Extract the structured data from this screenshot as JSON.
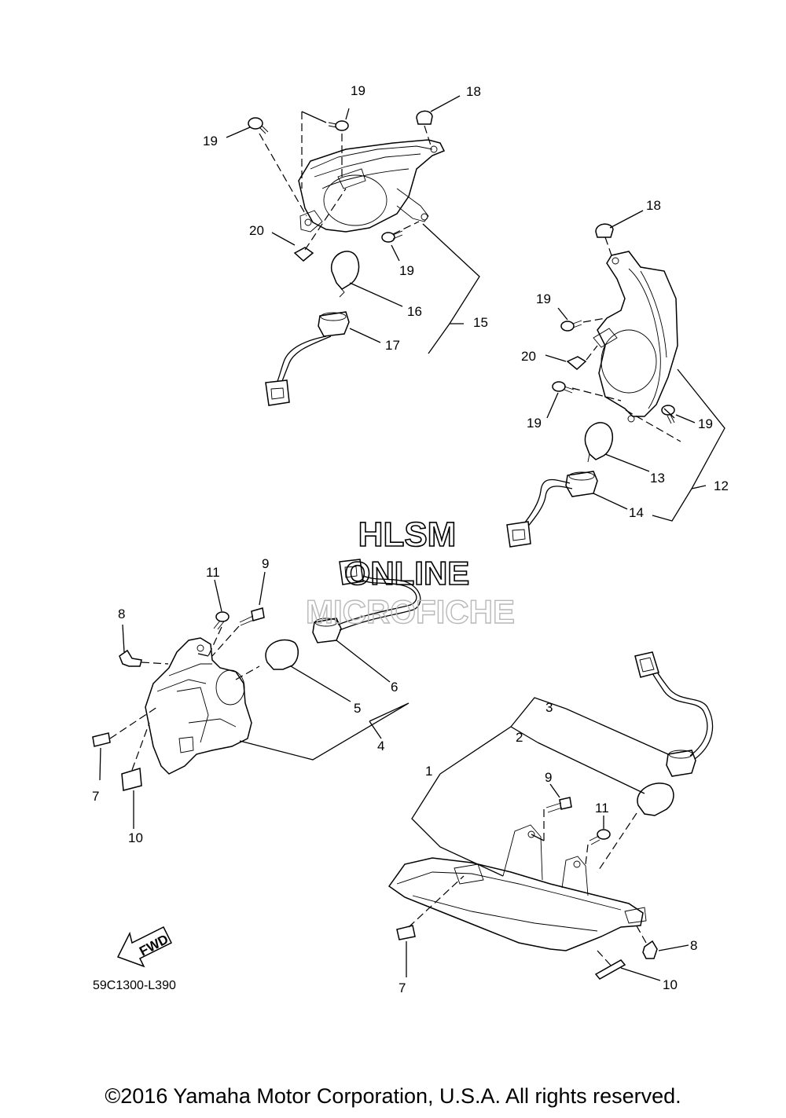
{
  "watermark": {
    "line1": "HLSM",
    "line2": "ONLINE",
    "line3": "MICROFICHE"
  },
  "diagram_code": "59C1300-L390",
  "fwd_label": "FWD",
  "copyright": "©2016 Yamaha Motor Corporation, U.S.A. All rights reserved.",
  "callouts": {
    "c1": "1",
    "c2": "2",
    "c3": "3",
    "c4": "4",
    "c5": "5",
    "c6": "6",
    "c7a": "7",
    "c7b": "7",
    "c8a": "8",
    "c8b": "8",
    "c9a": "9",
    "c9b": "9",
    "c10a": "10",
    "c10b": "10",
    "c11a": "11",
    "c11b": "11",
    "c12": "12",
    "c13": "13",
    "c14": "14",
    "c15": "15",
    "c16": "16",
    "c17": "17",
    "c18a": "18",
    "c18b": "18",
    "c19a": "19",
    "c19b": "19",
    "c19c": "19",
    "c19d": "19",
    "c19e": "19",
    "c19f": "19",
    "c20a": "20",
    "c20b": "20"
  }
}
